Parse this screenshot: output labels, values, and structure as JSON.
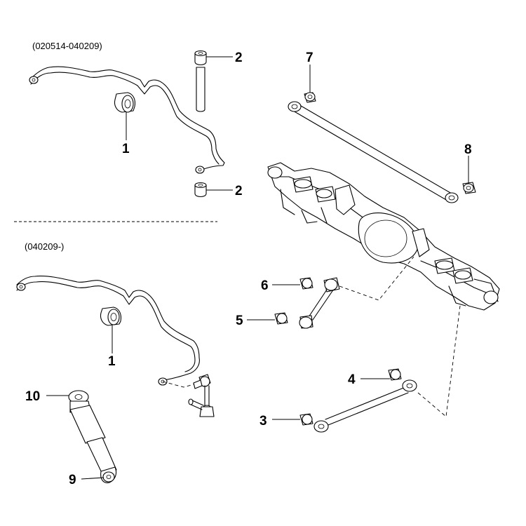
{
  "periods": {
    "upper": "(020514-040209)",
    "lower": "(040209-)"
  },
  "callouts": {
    "c1_upper": "1",
    "c2_top": "2",
    "c2_bottom": "2",
    "c7": "7",
    "c8": "8",
    "c6": "6",
    "c5": "5",
    "c1_lower": "1",
    "c4": "4",
    "c10": "10",
    "c3": "3",
    "c9": "9"
  }
}
